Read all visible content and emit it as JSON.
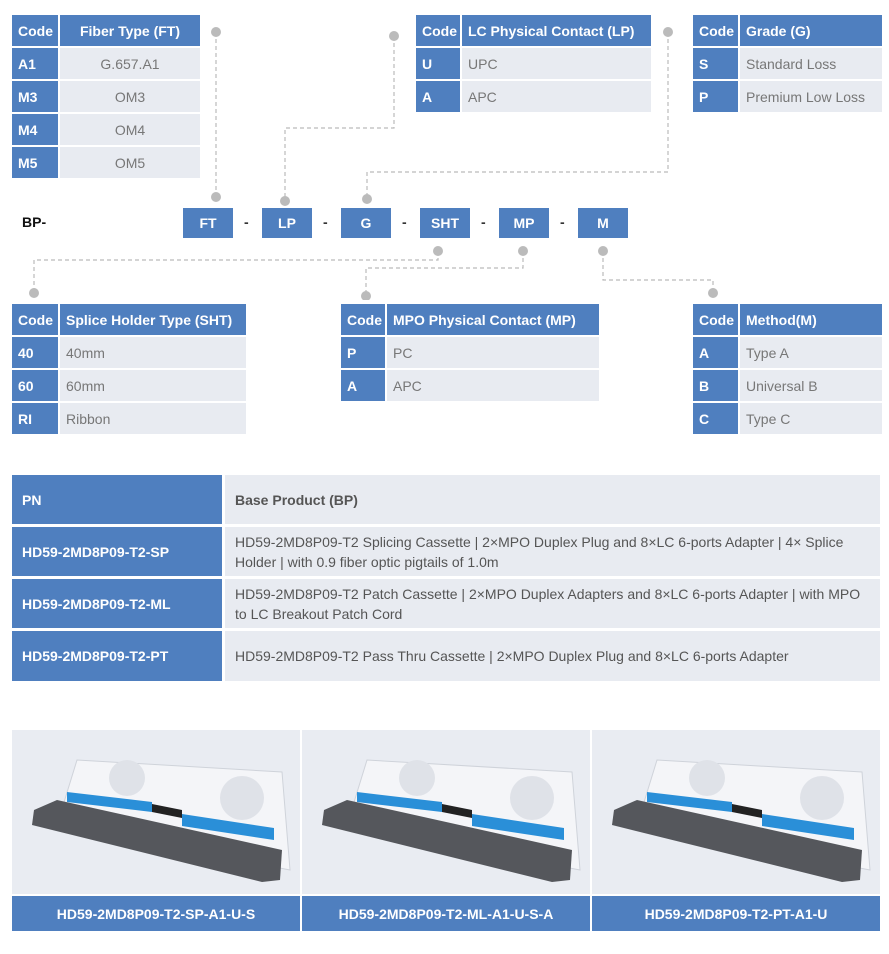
{
  "code_tables": {
    "ft": {
      "code_header": "Code",
      "value_header": "Fiber Type (FT)",
      "rows": [
        [
          "A1",
          "G.657.A1"
        ],
        [
          "M3",
          "OM3"
        ],
        [
          "M4",
          "OM4"
        ],
        [
          "M5",
          "OM5"
        ]
      ]
    },
    "lp": {
      "code_header": "Code",
      "value_header": "LC Physical Contact (LP)",
      "rows": [
        [
          "U",
          "UPC"
        ],
        [
          "A",
          "APC"
        ]
      ]
    },
    "g": {
      "code_header": "Code",
      "value_header": "Grade (G)",
      "rows": [
        [
          "S",
          "Standard Loss"
        ],
        [
          "P",
          "Premium Low Loss"
        ]
      ]
    },
    "sht": {
      "code_header": "Code",
      "value_header": "Splice Holder Type (SHT)",
      "rows": [
        [
          "40",
          "40mm"
        ],
        [
          "60",
          "60mm"
        ],
        [
          "RI",
          "Ribbon"
        ]
      ]
    },
    "mp": {
      "code_header": "Code",
      "value_header": "MPO Physical Contact (MP)",
      "rows": [
        [
          "P",
          "PC"
        ],
        [
          "A",
          "APC"
        ]
      ]
    },
    "m": {
      "code_header": "Code",
      "value_header": "Method(M)",
      "rows": [
        [
          "A",
          "Type A"
        ],
        [
          "B",
          "Universal B"
        ],
        [
          "C",
          "Type C"
        ]
      ]
    }
  },
  "part_number": {
    "prefix": "BP-",
    "segments": [
      "FT",
      "LP",
      "G",
      "SHT",
      "MP",
      "M"
    ],
    "separator": "-"
  },
  "pn_table": {
    "headers": [
      "PN",
      "Base Product (BP)"
    ],
    "rows": [
      [
        "HD59-2MD8P09-T2-SP",
        "HD59-2MD8P09-T2 Splicing Cassette | 2×MPO Duplex Plug and 8×LC 6-ports Adapter | 4× Splice Holder  | with 0.9 fiber optic pigtails of 1.0m"
      ],
      [
        "HD59-2MD8P09-T2-ML",
        "HD59-2MD8P09-T2 Patch Cassette | 2×MPO Duplex Adapters and 8×LC 6-ports Adapter | with MPO to LC Breakout Patch Cord"
      ],
      [
        "HD59-2MD8P09-T2-PT",
        "HD59-2MD8P09-T2 Pass Thru Cassette | 2×MPO Duplex Plug and 8×LC 6-ports Adapter"
      ]
    ]
  },
  "products": [
    {
      "label": "HD59-2MD8P09-T2-SP-A1-U-S"
    },
    {
      "label": "HD59-2MD8P09-T2-ML-A1-U-S-A"
    },
    {
      "label": "HD59-2MD8P09-T2-PT-A1-U"
    }
  ],
  "colors": {
    "accent": "#4f7fbf",
    "cell": "#e8ebf1",
    "connector": "#bbbbbb"
  }
}
